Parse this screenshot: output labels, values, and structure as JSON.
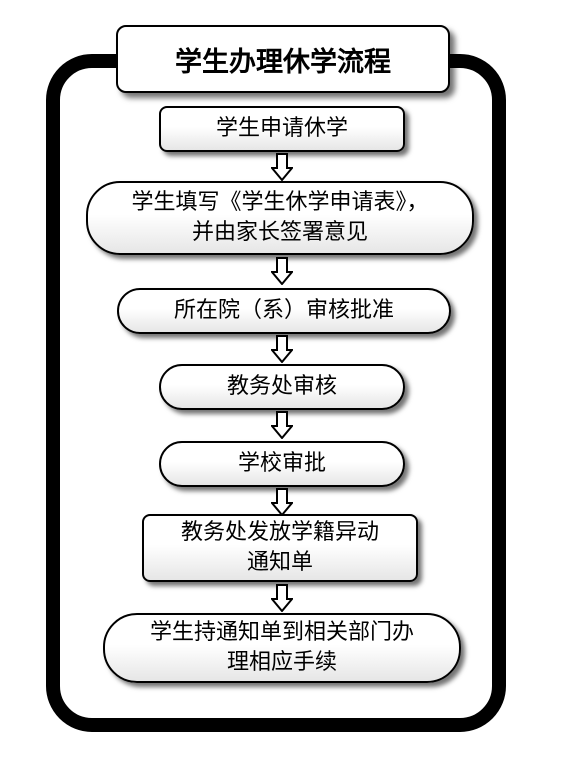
{
  "title": "学生办理休学流程",
  "steps": [
    {
      "lines": [
        "学生申请休学"
      ]
    },
    {
      "lines": [
        "学生填写《学生休学申请表》，",
        "并由家长签署意见"
      ]
    },
    {
      "lines": [
        "所在院（系）审核批准"
      ]
    },
    {
      "lines": [
        "教务处审核"
      ]
    },
    {
      "lines": [
        "学校审批"
      ]
    },
    {
      "lines": [
        "教务处发放学籍异动",
        "通知单"
      ]
    },
    {
      "lines": [
        "学生持通知单到相关部门办",
        "理相应手续"
      ]
    }
  ]
}
